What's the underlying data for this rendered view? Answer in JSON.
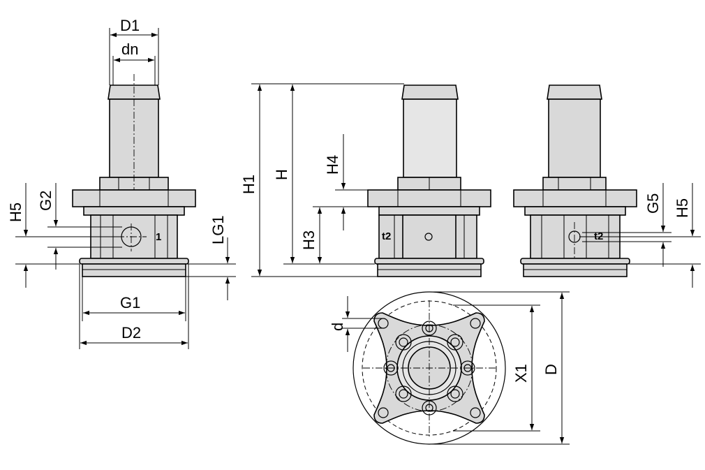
{
  "labels": {
    "D1": "D1",
    "dn": "dn",
    "H5": "H5",
    "G2": "G2",
    "LG1": "LG1",
    "G1": "G1",
    "D2": "D2",
    "H1": "H1",
    "H": "H",
    "H4": "H4",
    "H3": "H3",
    "G5": "G5",
    "H5b": "H5",
    "d": "d",
    "X1": "X1",
    "D": "D"
  },
  "ports": {
    "front": "1",
    "side": "t2",
    "right": "t2"
  },
  "colors": {
    "body": "#d9d9d9",
    "line": "#000000",
    "background": "#ffffff"
  }
}
